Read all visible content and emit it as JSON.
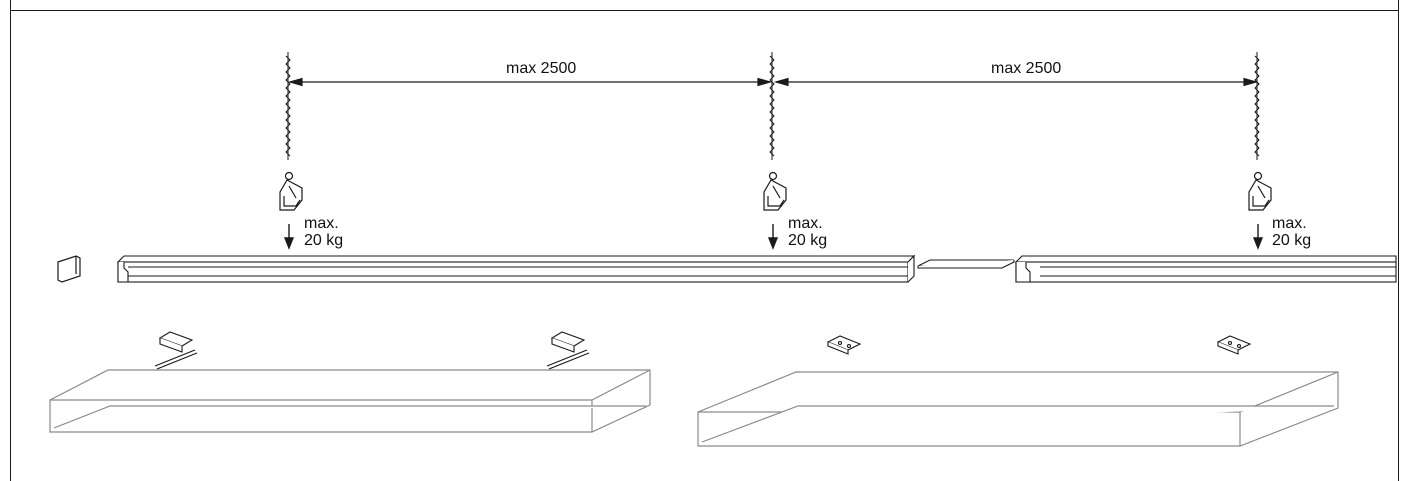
{
  "dimensions": [
    {
      "id": "span-left",
      "text": "max 2500"
    },
    {
      "id": "span-right",
      "text": "max 2500"
    }
  ],
  "loads": [
    {
      "id": "load-1",
      "line1": "max.",
      "line2": "20 kg"
    },
    {
      "id": "load-2",
      "line1": "max.",
      "line2": "20 kg"
    },
    {
      "id": "load-3",
      "line1": "max.",
      "line2": "20 kg"
    }
  ],
  "colors": {
    "line": "#1a1a1a",
    "luminaire": "#8a8a8a",
    "background": "#ffffff"
  }
}
